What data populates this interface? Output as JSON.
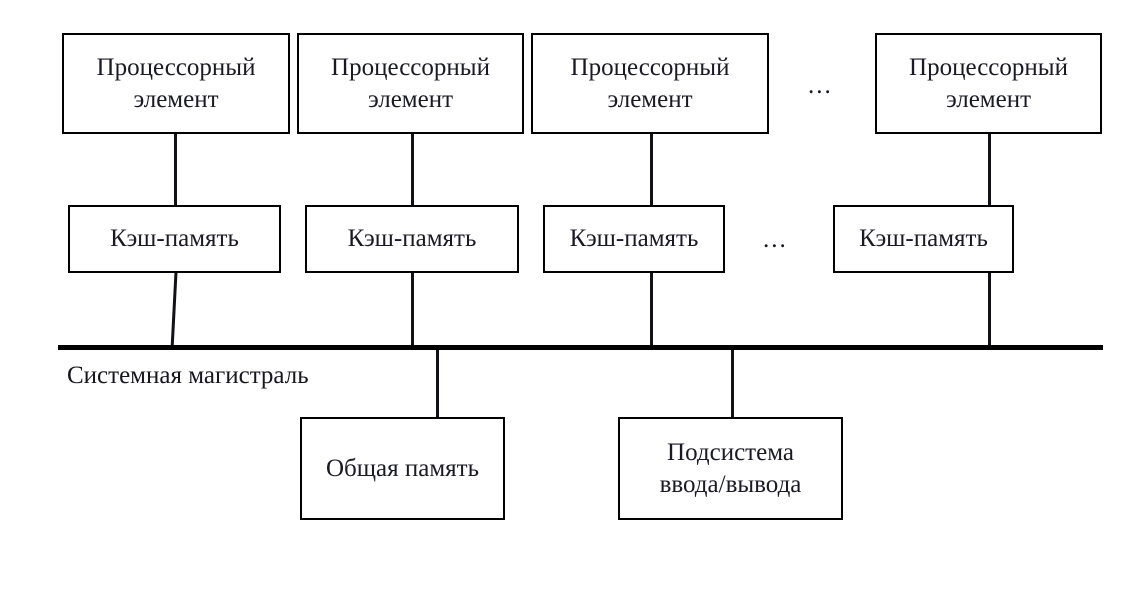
{
  "diagram": {
    "title_text": "",
    "colors": {
      "stroke": "#000000",
      "text": "#16161e",
      "background": "#ffffff"
    },
    "processor_row": {
      "label_line1": "Процессорный",
      "label_line2": "элемент",
      "ellipsis": "...",
      "items": [
        {
          "line1": "Процессорный",
          "line2": "элемент"
        },
        {
          "line1": "Процессорный",
          "line2": "элемент"
        },
        {
          "line1": "Процессорный",
          "line2": "элемент"
        },
        {
          "line1": "Процессорный",
          "line2": "элемент"
        }
      ]
    },
    "cache_row": {
      "ellipsis": "...",
      "items": [
        {
          "line1": "Кэш-память"
        },
        {
          "line1": "Кэш-память"
        },
        {
          "line1": "Кэш-память"
        },
        {
          "line1": "Кэш-память"
        }
      ]
    },
    "bus": {
      "label": "Системная магистраль"
    },
    "peripherals": [
      {
        "line1": "Общая память",
        "line2": ""
      },
      {
        "line1": "Подсистема",
        "line2": "ввода/вывода"
      }
    ]
  }
}
